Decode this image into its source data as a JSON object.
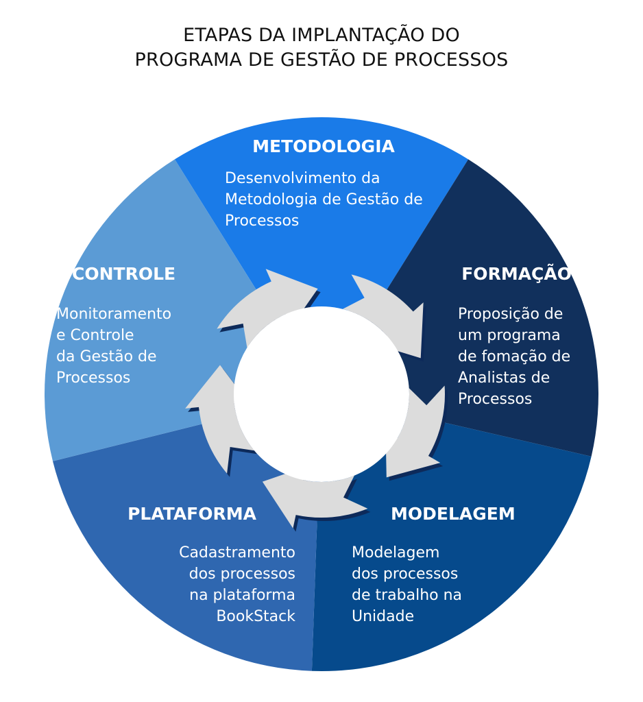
{
  "title": {
    "line1": "ETAPAS DA IMPLANTAÇÃO DO",
    "line2": "PROGRAMA DE GESTÃO DE PROCESSOS"
  },
  "colors": {
    "metodologia": "#1a7be8",
    "formacao": "#11305c",
    "modelagem": "#064a8c",
    "plataforma": "#2f67b0",
    "controle": "#5b9bd5",
    "arrows": "#dcdcdc",
    "arrow_shadow": "#0d2a5a",
    "center": "#ffffff"
  },
  "stages": {
    "metodologia": {
      "heading": "METODOLOGIA",
      "lines": [
        "Desenvolvimento da",
        "Metodologia de Gestão de",
        "Processos"
      ]
    },
    "formacao": {
      "heading": "FORMAÇÃO",
      "lines": [
        "Proposição de",
        "um programa",
        "de fomação de",
        "Analistas de",
        "Processos"
      ]
    },
    "modelagem": {
      "heading": "MODELAGEM",
      "lines": [
        "Modelagem",
        "dos processos",
        "de trabalho na",
        "Unidade"
      ]
    },
    "plataforma": {
      "heading": "PLATAFORMA",
      "lines": [
        "Cadastramento",
        "dos processos",
        "na plataforma",
        "BookStack"
      ]
    },
    "controle": {
      "heading": "CONTROLE",
      "lines": [
        "Monitoramento",
        "e Controle",
        "da Gestão de",
        "Processos"
      ]
    }
  },
  "cycle_icon": "circular-arrows-icon"
}
